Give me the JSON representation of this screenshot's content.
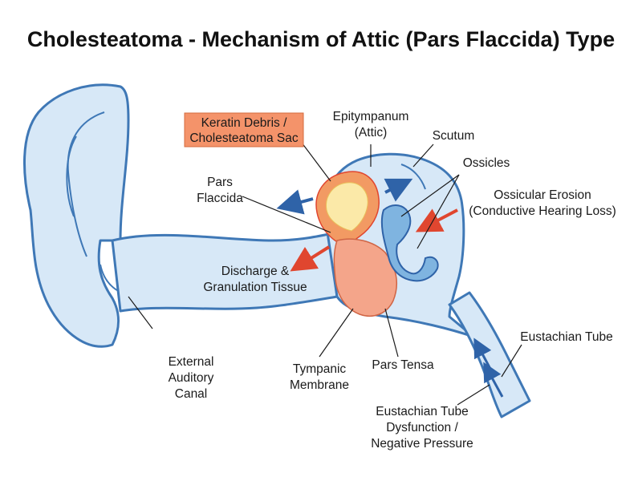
{
  "title": "Cholesteatoma - Mechanism of Attic (Pars Flaccida) Type",
  "labels": {
    "keratin_line1": "Keratin Debris /",
    "keratin_line2": "Cholesteatoma Sac",
    "epitympanum_line1": "Epitympanum",
    "epitympanum_line2": "(Attic)",
    "scutum": "Scutum",
    "ossicles": "Ossicles",
    "ossicular_erosion_line1": "Ossicular Erosion",
    "ossicular_erosion_line2": "(Conductive Hearing Loss)",
    "pars_flaccida_line1": "Pars",
    "pars_flaccida_line2": "Flaccida",
    "discharge_line1": "Discharge &",
    "discharge_line2": "Granulation Tissue",
    "eustachian_tube": "Eustachian Tube",
    "eac_line1": "External",
    "eac_line2": "Auditory",
    "eac_line3": "Canal",
    "tympanic_line1": "Tympanic",
    "tympanic_line2": "Membrane",
    "pars_tensa": "Pars Tensa",
    "etd_line1": "Eustachian Tube",
    "etd_line2": "Dysfunction /",
    "etd_line3": "Negative Pressure"
  },
  "colors": {
    "outline": "#3f78b6",
    "fill": "#d7e8f7",
    "sac_outer": "#f29a63",
    "sac_inner": "#fbe9a8",
    "membrane": "#f4a58a",
    "red_arrow": "#e0462f",
    "blue_arrow": "#2f63a8",
    "highlight_box": "#f4936a"
  }
}
